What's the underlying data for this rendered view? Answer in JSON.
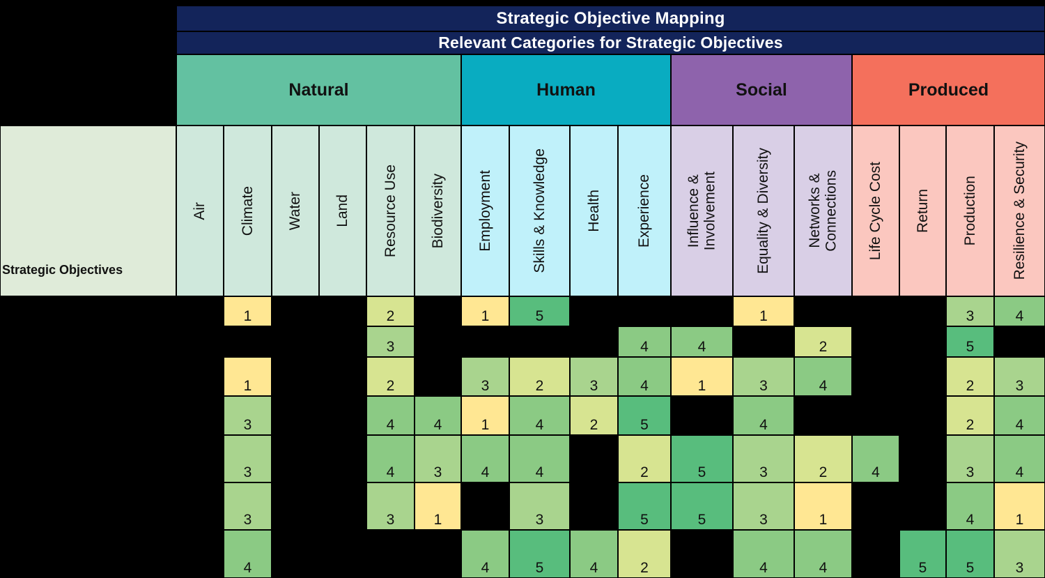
{
  "table": {
    "title": "Strategic Objective Mapping",
    "subtitle": "Relevant Categories for Strategic Objectives",
    "corner_label": "Strategic Objectives",
    "title_bar_color": "#13245A",
    "corner_color": "#DFEBD9",
    "row_labels_note": "row label column is blacked out / empty"
  },
  "groups": [
    {
      "label": "Natural",
      "color": "#63C1A1",
      "band_color": "#CFE8DC",
      "columns": [
        "Air",
        "Climate",
        "Water",
        "Land",
        "Resource Use",
        "Biodiversity"
      ]
    },
    {
      "label": "Human",
      "color": "#09ACC1",
      "band_color": "#C0F1FA",
      "columns": [
        "Employment",
        "Skills & Knowledge",
        "Health",
        "Experience"
      ]
    },
    {
      "label": "Social",
      "color": "#8E63AC",
      "band_color": "#D9CFE6",
      "columns": [
        "Influence &\nInvolvement",
        "Equality & Diversity",
        "Networks &\nConnections"
      ]
    },
    {
      "label": "Produced",
      "color": "#F4705C",
      "band_color": "#FBC7BF",
      "columns": [
        "Life Cycle Cost",
        "Return",
        "Production",
        "Resilience & Security"
      ]
    }
  ],
  "value_colors": {
    "1": "#FFE793",
    "2": "#D7E491",
    "3": "#A9D48E",
    "4": "#8BCA84",
    "5": "#58BD7D"
  },
  "chart_data": {
    "type": "heatmap",
    "title": "Strategic Objective Mapping",
    "subtitle": "Relevant Categories for Strategic Objectives",
    "legend_position": "none",
    "scale": {
      "min": 1,
      "max": 5,
      "low_color": "#FFE793",
      "high_color": "#58BD7D"
    },
    "columns": [
      "Air",
      "Climate",
      "Water",
      "Land",
      "Resource Use",
      "Biodiversity",
      "Employment",
      "Skills & Knowledge",
      "Health",
      "Experience",
      "Influence & Involvement",
      "Equality & Diversity",
      "Networks & Connections",
      "Life Cycle Cost",
      "Return",
      "Production",
      "Resilience & Security"
    ],
    "column_groups": [
      {
        "name": "Natural",
        "span": 6
      },
      {
        "name": "Human",
        "span": 4
      },
      {
        "name": "Social",
        "span": 3
      },
      {
        "name": "Produced",
        "span": 4
      }
    ],
    "rows": [
      {
        "label": "",
        "values": [
          null,
          1,
          null,
          null,
          2,
          null,
          1,
          5,
          null,
          null,
          null,
          1,
          null,
          null,
          null,
          3,
          4
        ]
      },
      {
        "label": "",
        "values": [
          null,
          null,
          null,
          null,
          3,
          null,
          null,
          null,
          null,
          4,
          4,
          null,
          2,
          null,
          null,
          5,
          null
        ]
      },
      {
        "label": "",
        "values": [
          null,
          1,
          null,
          null,
          2,
          null,
          3,
          2,
          3,
          4,
          1,
          3,
          4,
          null,
          null,
          2,
          3
        ]
      },
      {
        "label": "",
        "values": [
          null,
          3,
          null,
          null,
          4,
          4,
          1,
          4,
          2,
          5,
          null,
          4,
          null,
          null,
          null,
          2,
          4
        ]
      },
      {
        "label": "",
        "values": [
          null,
          3,
          null,
          null,
          4,
          3,
          4,
          4,
          null,
          2,
          5,
          3,
          2,
          4,
          null,
          3,
          4
        ]
      },
      {
        "label": "",
        "values": [
          null,
          3,
          null,
          null,
          3,
          1,
          null,
          3,
          null,
          5,
          5,
          3,
          1,
          null,
          null,
          4,
          1
        ]
      },
      {
        "label": "",
        "values": [
          null,
          4,
          null,
          null,
          null,
          null,
          4,
          5,
          4,
          2,
          null,
          4,
          4,
          null,
          5,
          5,
          3
        ]
      }
    ]
  }
}
